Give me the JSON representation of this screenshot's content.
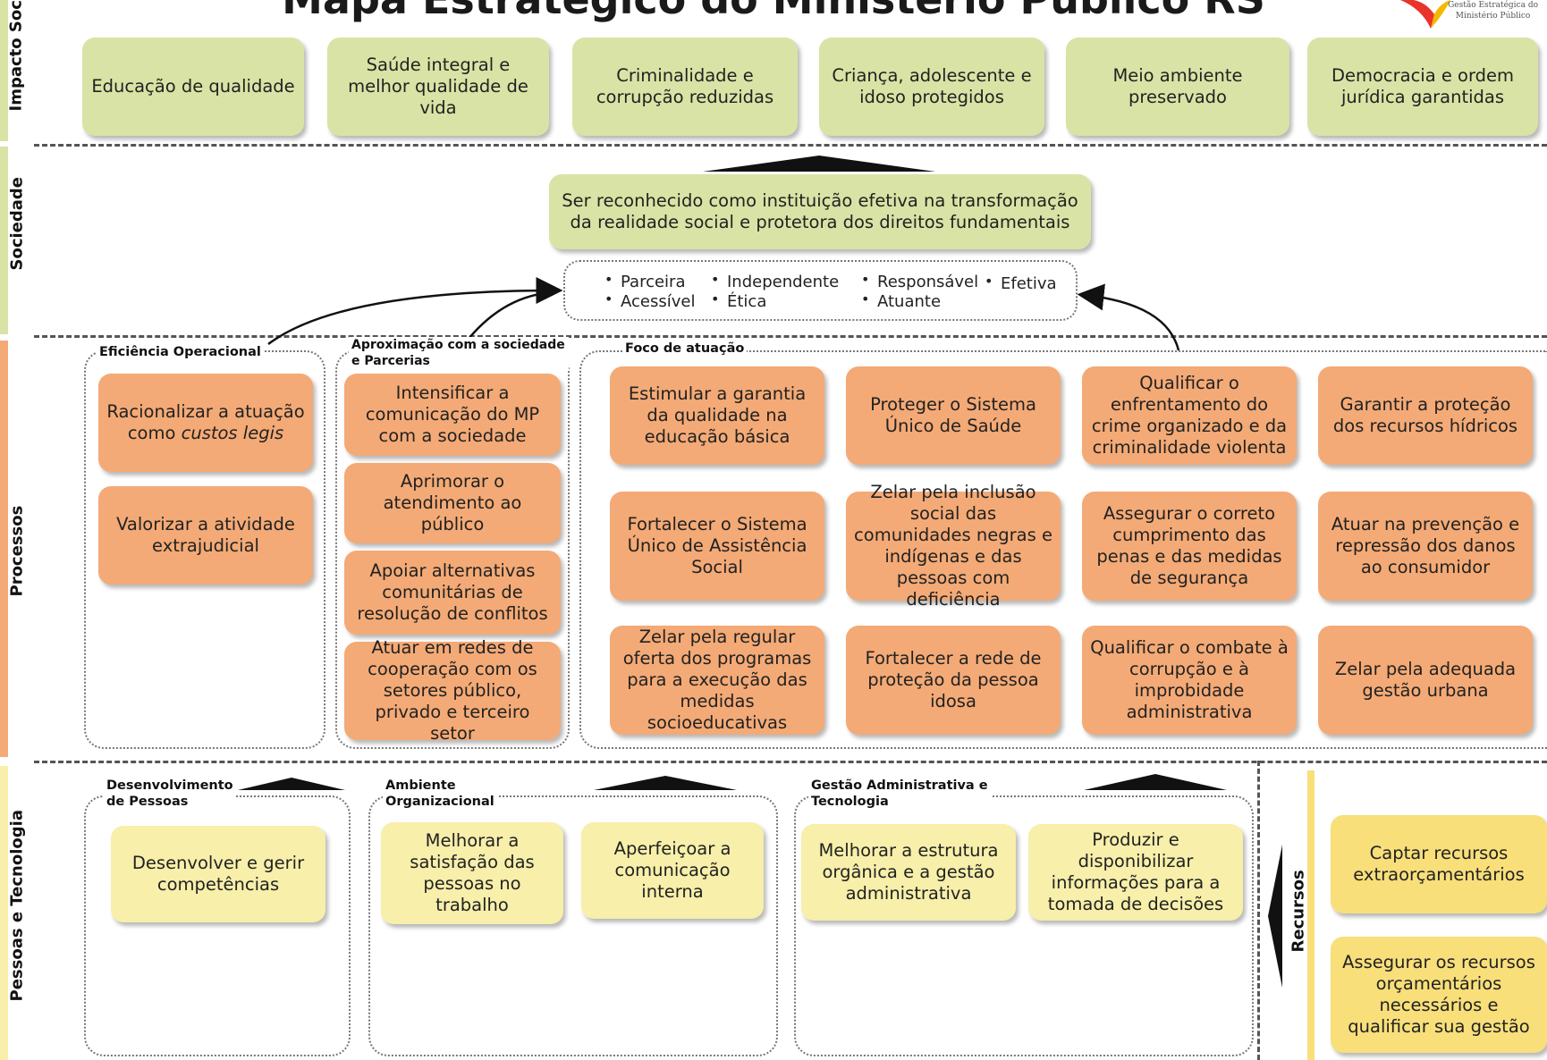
{
  "title": "Mapa Estratégico do Ministério Público RS",
  "logo": {
    "line1": "Gestão Estratégica do",
    "line2": "Ministério Público"
  },
  "bands": {
    "impacto_social": "Impacto Social",
    "sociedade": "Sociedade",
    "processos": "Processos",
    "pessoas_tecnologia": "Pessoas e Tecnologia",
    "recursos": "Recursos"
  },
  "impacto_social": [
    "Educação de qualidade",
    "Saúde integral e melhor qualidade de vida",
    "Criminalidade e corrupção reduzidas",
    "Criança, adolescente e idoso protegidos",
    "Meio ambiente preservado",
    "Democracia e ordem jurídica garantidas"
  ],
  "sociedade": {
    "mission": "Ser reconhecido como instituição efetiva na transformação da realidade social e protetora dos direitos fundamentais",
    "values": [
      "Parceira",
      "Acessível",
      "Independente",
      "Ética",
      "Responsável",
      "Atuante",
      "Efetiva"
    ]
  },
  "processos": {
    "eficiencia": {
      "label": "Eficiência Operacional",
      "item1_pre": "Racionalizar a atuação como ",
      "item1_em": "custos legis",
      "item2": "Valorizar a atividade extrajudicial"
    },
    "aproximacao": {
      "label": "Aproximação com a sociedade e Parcerias",
      "items": [
        "Intensificar a comunicação do MP com a sociedade",
        "Aprimorar o atendimento ao público",
        "Apoiar alternativas comunitárias de resolução de conflitos",
        "Atuar em redes de cooperação com os setores público, privado e terceiro setor"
      ]
    },
    "foco": {
      "label": "Foco de atuação",
      "items": [
        "Estimular a garantia da qualidade na educação básica",
        "Proteger o Sistema Único de Saúde",
        "Qualificar o enfrentamento do crime organizado e da criminalidade violenta",
        "Garantir a proteção dos recursos hídricos",
        "Fortalecer o Sistema Único de Assistência Social",
        "Zelar pela inclusão social das comunidades negras e indígenas e das pessoas com deficiência",
        "Assegurar o correto cumprimento das penas e das medidas de segurança",
        "Atuar na prevenção e repressão dos danos ao consumidor",
        "Zelar pela regular oferta dos programas para a execução das medidas socioeducativas",
        "Fortalecer a rede de proteção da pessoa idosa",
        "Qualificar o combate à corrupção e à improbidade administrativa",
        "Zelar pela adequada gestão urbana"
      ]
    }
  },
  "pessoas": {
    "desenvolvimento": {
      "label_line1": "Desenvolvimento",
      "label_line2": "de Pessoas",
      "items": [
        "Desenvolver e gerir competências"
      ]
    },
    "ambiente": {
      "label_line1": "Ambiente",
      "label_line2": "Organizacional",
      "items": [
        "Melhorar a satisfação das pessoas no trabalho",
        "Aperfeiçoar a comunicação interna"
      ]
    },
    "gestao": {
      "label_line1": "Gestão Administrativa e",
      "label_line2": "Tecnologia",
      "items": [
        "Melhorar a estrutura orgânica e a gestão administrativa",
        "Produzir e disponibilizar informações para a tomada de decisões"
      ]
    }
  },
  "recursos": {
    "items": [
      "Captar recursos extraorçamentários",
      "Assegurar os recursos orçamentários necessários e qualificar sua gestão"
    ]
  },
  "colors": {
    "green": "#d9e3a5",
    "orange": "#f4aa76",
    "yellow": "#f7efaa",
    "gold": "#f8df7a"
  }
}
